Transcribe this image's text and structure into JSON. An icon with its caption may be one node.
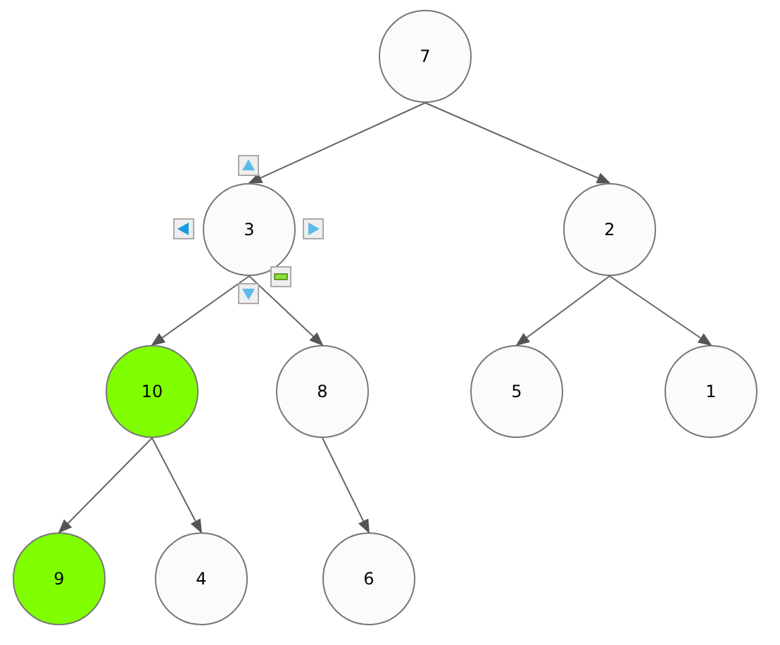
{
  "diagram": {
    "nodes": [
      {
        "text": [
          "7"
        ]
      },
      {
        "text": [
          "3"
        ]
      },
      {
        "text": [
          "2"
        ]
      },
      {
        "text": [
          "10"
        ]
      },
      {
        "text": [
          "8"
        ]
      },
      {
        "text": [
          "5"
        ]
      },
      {
        "text": [
          "1"
        ]
      },
      {
        "text": [
          "9"
        ]
      },
      {
        "text": [
          "4"
        ]
      },
      {
        "text": [
          "6"
        ]
      }
    ],
    "edges": [
      {
        "from": 0,
        "to": 1,
        "arrow": "to"
      },
      {
        "from": 0,
        "to": 2,
        "arrow": "to"
      },
      {
        "from": 1,
        "to": 3,
        "arrow": "to"
      },
      {
        "from": 1,
        "to": 4,
        "arrow": "to"
      },
      {
        "from": 2,
        "to": 5,
        "arrow": "to"
      },
      {
        "from": 2,
        "to": 6,
        "arrow": "to"
      },
      {
        "from": 3,
        "to": 7,
        "arrow": "to"
      },
      {
        "from": 3,
        "to": 8,
        "arrow": "to"
      },
      {
        "from": 4,
        "to": 9,
        "arrow": "to"
      }
    ]
  }
}
